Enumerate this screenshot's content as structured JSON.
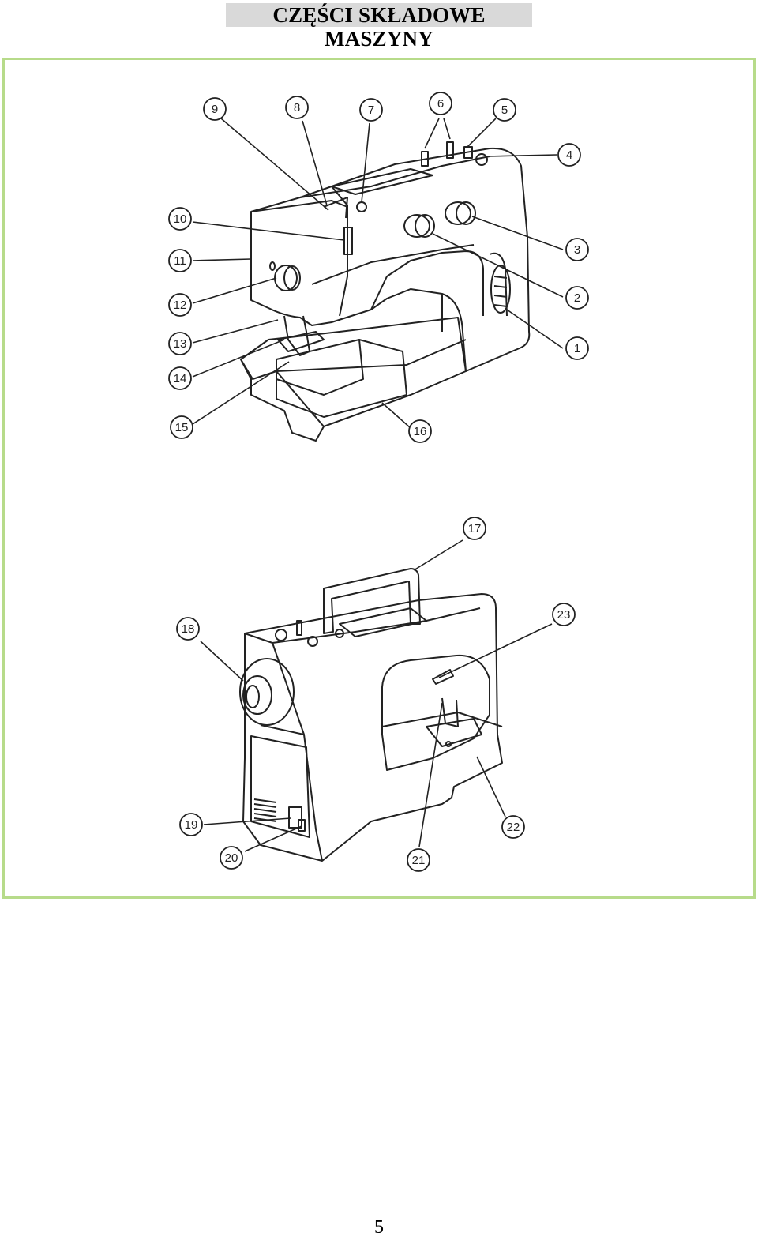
{
  "page": {
    "title": "CZĘŚCI SKŁADOWE MASZYNY",
    "page_number": "5"
  },
  "figure_top": {
    "callouts": [
      "1",
      "2",
      "3",
      "4",
      "5",
      "6",
      "7",
      "8",
      "9",
      "10",
      "11",
      "12",
      "13",
      "14",
      "15",
      "16"
    ]
  },
  "figure_bottom": {
    "callouts": [
      "17",
      "18",
      "19",
      "20",
      "21",
      "22",
      "23"
    ]
  },
  "colors": {
    "frame_border": "#b7db8a",
    "title_background": "#d9d9d9"
  }
}
